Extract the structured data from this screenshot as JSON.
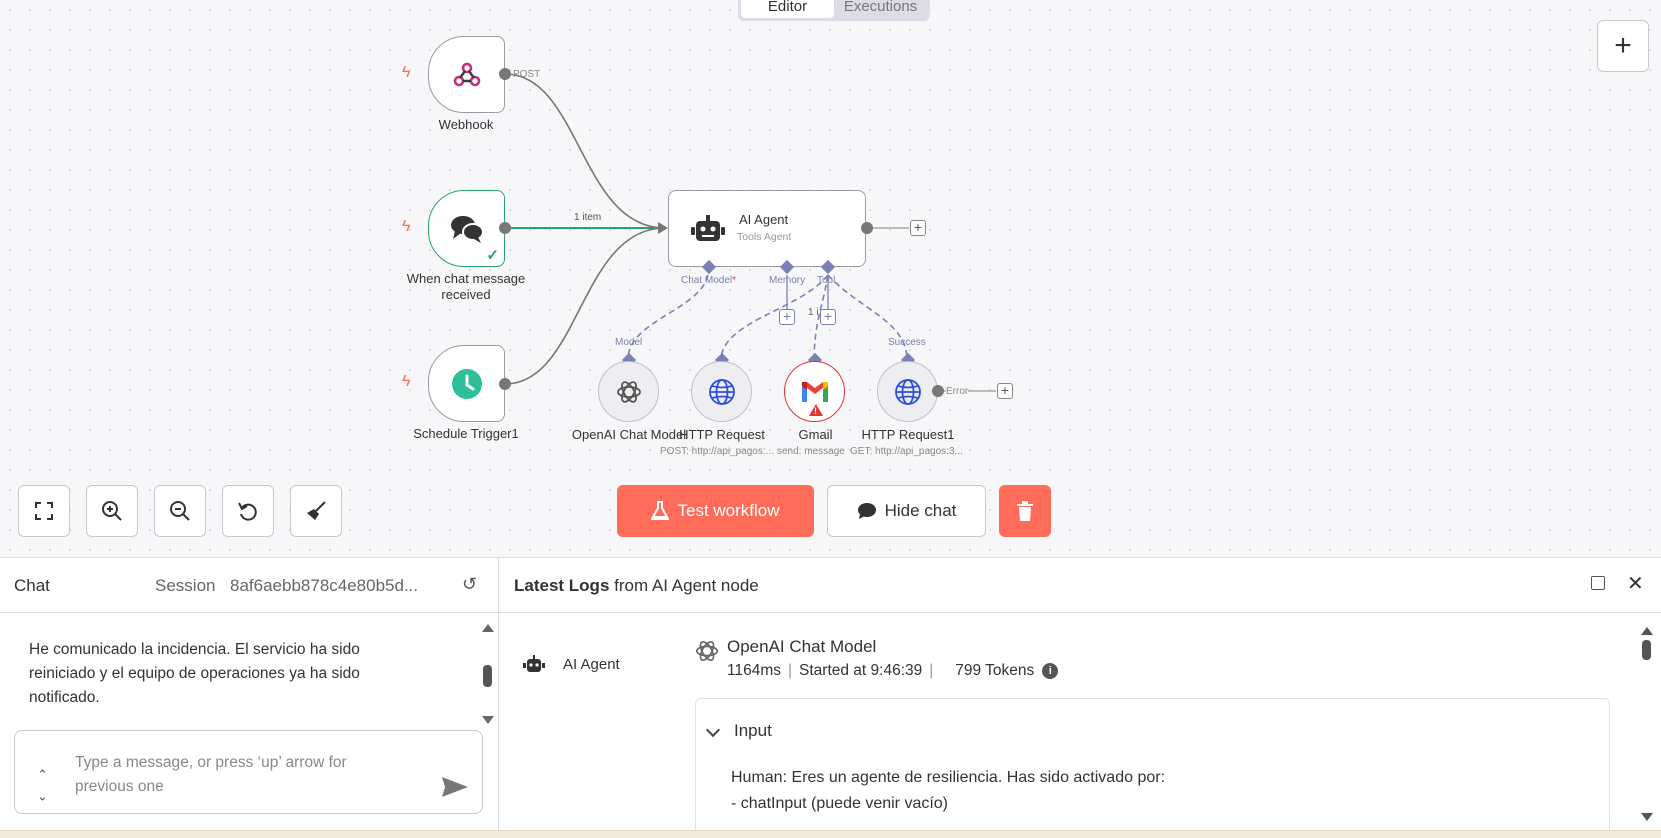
{
  "tabs": [
    {
      "label": "Editor"
    },
    {
      "label": "Executions"
    }
  ],
  "nodes": {
    "webhook": {
      "label": "Webhook",
      "output_label": "POST"
    },
    "chat_trigger": {
      "label_line1": "When chat message",
      "label_line2": "received"
    },
    "schedule": {
      "label": "Schedule Trigger1"
    },
    "agent": {
      "title": "AI Agent",
      "subtitle": "Tools Agent"
    },
    "connection_label": "1 item",
    "agent_inputs": {
      "chat_model": "Chat Model",
      "chat_model_required": "*",
      "memory": "Memory",
      "tool": "Tool"
    },
    "tool_count": "1 i",
    "sub_nodes": [
      {
        "label": "OpenAI Chat Model",
        "top_label": "Model",
        "caption": ""
      },
      {
        "label": "HTTP Request",
        "top_label": "",
        "caption": "POST: http://api_pagos:..."
      },
      {
        "label": "Gmail",
        "top_label": "",
        "caption": "send: message"
      },
      {
        "label": "HTTP Request1",
        "top_label": "Success",
        "caption": "GET: http://api_pagos:3...",
        "error_label": "Error"
      }
    ]
  },
  "toolbar": {
    "test_workflow": "Test workflow",
    "hide_chat": "Hide chat"
  },
  "chat": {
    "title": "Chat",
    "session_label": "Session",
    "session_id": "8af6aebb878c4e80b5d...",
    "message": "He comunicado la incidencia. El servicio ha sido reiniciado y el equipo de operaciones ya ha sido notificado.",
    "input_placeholder": "Type a message, or press ‘up’ arrow for previous one"
  },
  "logs": {
    "title_bold": "Latest Logs",
    "title_rest": "from AI Agent node",
    "agent_item": "AI Agent",
    "entry_title": "OpenAI Chat Model",
    "duration": "1164ms",
    "started": "Started at 9:46:39",
    "tokens": "799 Tokens",
    "input_heading": "Input",
    "input_line1": "Human: Eres un agente de resiliencia. Has sido activado por:",
    "input_line2": "- chatInput (puede venir vacío)"
  },
  "colors": {
    "accent": "#ff6d5a",
    "success": "#29a36a",
    "error": "#e63232",
    "connector": "#7b80b6"
  }
}
